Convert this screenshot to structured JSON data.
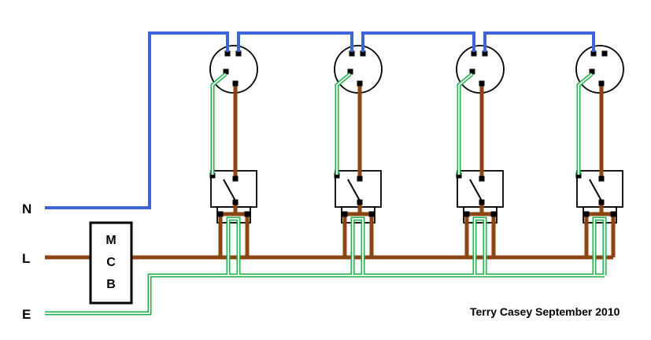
{
  "diagram": {
    "labels": {
      "neutral": "N",
      "live": "L",
      "earth": "E"
    },
    "mcb": {
      "letters": [
        "M",
        "C",
        "B"
      ]
    },
    "credit": "Terry Casey September 2010",
    "colors": {
      "neutral": "#3e64d6",
      "live": "#8b4513",
      "earth": "#22b14c",
      "earth_core": "#ffffff"
    }
  }
}
